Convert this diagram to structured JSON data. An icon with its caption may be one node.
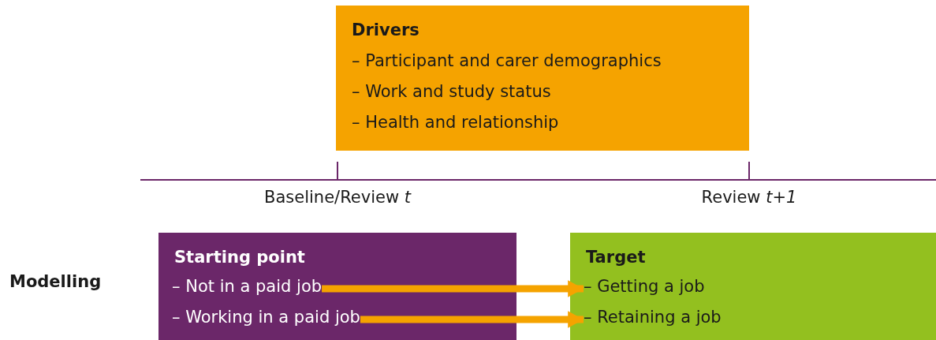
{
  "diagram": {
    "nodes": [
      {
        "text": [
          "Drivers",
          "– Participant and carer demographics",
          "– Work and study status",
          "– Health and relationship"
        ]
      },
      {
        "text": [
          "Starting point"
        ]
      },
      {
        "text": [
          "– Not in a paid job"
        ],
        "in": 1
      },
      {
        "text": [
          "– Working in a paid job"
        ],
        "in": 1
      },
      {
        "text": [
          "Target"
        ]
      },
      {
        "text": [
          "– Getting a job"
        ],
        "in": 4
      },
      {
        "text": [
          "– Retaining a job"
        ],
        "in": 4
      }
    ],
    "edges": [
      {
        "from": 2,
        "to": 5,
        "arrow": "to"
      },
      {
        "from": 3,
        "to": 6,
        "arrow": "to"
      }
    ],
    "labels": [
      "Baseline/Review *t*",
      "Review *t+1*",
      "Modelling"
    ]
  }
}
